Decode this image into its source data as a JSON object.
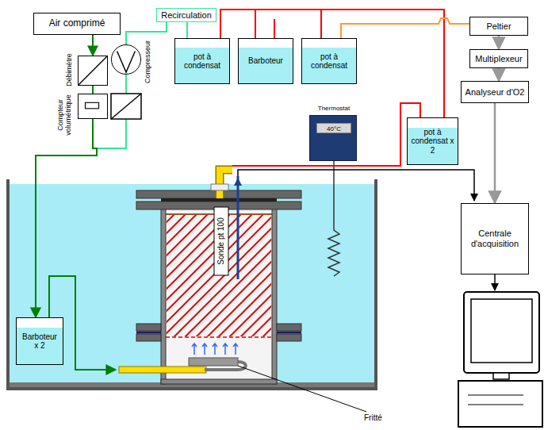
{
  "diagram": {
    "nodes": [
      {
        "text": [
          "Air comprimé"
        ]
      },
      {
        "text": [
          "Recirculation"
        ]
      },
      {
        "text": [
          "Débimètre"
        ]
      },
      {
        "text": [
          "Compresseur"
        ]
      },
      {
        "text": [
          "Compteur volumétrique"
        ]
      },
      {
        "text": [
          "pot à condensat"
        ]
      },
      {
        "text": [
          "Barboteur"
        ]
      },
      {
        "text": [
          "pot à condensat"
        ]
      },
      {
        "text": [
          "Peltier"
        ]
      },
      {
        "text": [
          "Multiplexeur"
        ]
      },
      {
        "text": [
          "Analyseur d'O2"
        ]
      },
      {
        "text": [
          "Thermostat",
          "40°C"
        ]
      },
      {
        "text": [
          "pot à condensat x 2"
        ]
      },
      {
        "text": [
          "Centrale d'acquisition"
        ]
      },
      {
        "text": [
          "Barboteur x 2"
        ]
      }
    ],
    "edges": [
      {
        "from": 0,
        "to": 2,
        "arrow": "to"
      },
      {
        "from": 2,
        "to": 4,
        "arrow": "none"
      },
      {
        "from": 4,
        "to": 14,
        "arrow": "to"
      },
      {
        "from": 3,
        "to": 14,
        "arrow": "to"
      },
      {
        "from": 1,
        "to": 3,
        "arrow": "none"
      },
      {
        "from": 1,
        "to": 5,
        "arrow": "none"
      },
      {
        "from": 12,
        "to": 5,
        "arrow": "none"
      },
      {
        "from": 12,
        "to": 6,
        "arrow": "none"
      },
      {
        "from": 12,
        "to": 7,
        "arrow": "none"
      },
      {
        "from": 7,
        "to": 8,
        "arrow": "none"
      },
      {
        "from": 8,
        "to": 9,
        "arrow": "to"
      },
      {
        "from": 9,
        "to": 10,
        "arrow": "to"
      },
      {
        "from": 10,
        "to": 13,
        "arrow": "to"
      }
    ],
    "labels": [
      "Sonde pt 100",
      "Fritté"
    ]
  }
}
